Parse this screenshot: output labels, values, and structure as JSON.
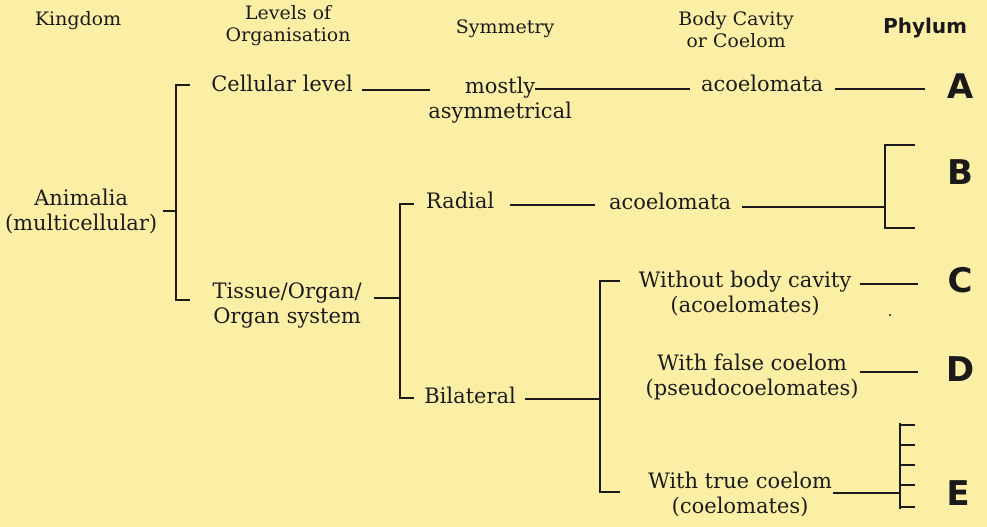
{
  "headers": {
    "kingdom": "Kingdom",
    "levels": [
      "Levels of",
      "Organisation"
    ],
    "symmetry": "Symmetry",
    "coelom": [
      "Body Cavity",
      "or Coelom"
    ],
    "phylum": "Phylum"
  },
  "nodes": {
    "animalia": [
      "Animalia",
      "(multicellular)"
    ],
    "cellular": "Cellular level",
    "tissue": [
      "Tissue/Organ/",
      "Organ system"
    ],
    "mostly_asym": [
      "mostly",
      "asymmetrical"
    ],
    "acoel_a": "acoelomata",
    "radial": "Radial",
    "acoel_b": "acoelomata",
    "bilateral": "Bilateral",
    "without": [
      "Without body cavity",
      "(acoelomates)"
    ],
    "false": [
      "With false coelom",
      "(pseudocoelomates)"
    ],
    "true": [
      "With true coelom",
      "(coelomates)"
    ]
  },
  "phyla": [
    "A",
    "B",
    "C",
    "D",
    "E"
  ]
}
